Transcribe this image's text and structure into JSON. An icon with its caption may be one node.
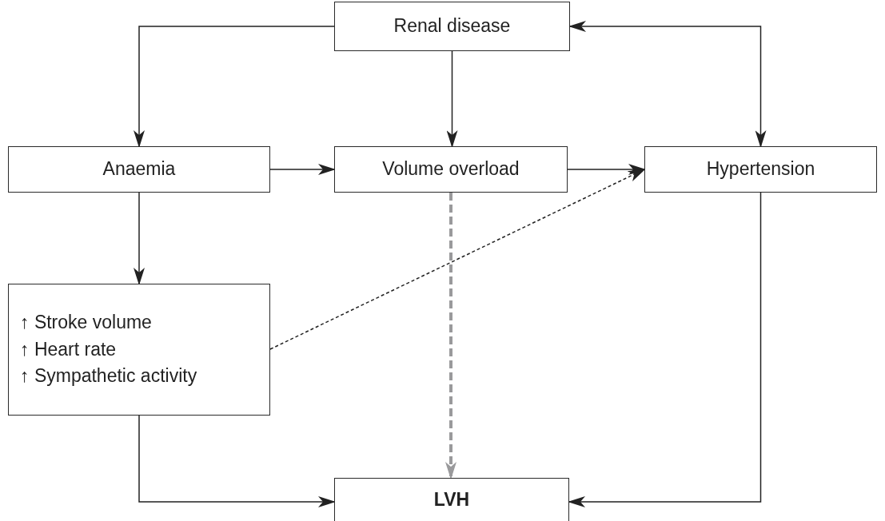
{
  "diagram": {
    "nodes": [
      {
        "text": [
          "Renal disease"
        ]
      },
      {
        "text": [
          "Anaemia"
        ]
      },
      {
        "text": [
          "Volume overload"
        ]
      },
      {
        "text": [
          "Hypertension"
        ]
      },
      {
        "text": [
          "↑ Stroke volume",
          "↑ Heart rate",
          "↑ Sympathetic activity"
        ]
      },
      {
        "text": [
          "LVH"
        ]
      }
    ],
    "edges": [
      {
        "from": 0,
        "to": 1,
        "arrow": "to"
      },
      {
        "from": 0,
        "to": 2,
        "arrow": "to"
      },
      {
        "from": 0,
        "to": 3,
        "arrow": "both"
      },
      {
        "from": 1,
        "to": 2,
        "arrow": "to"
      },
      {
        "from": 2,
        "to": 3,
        "arrow": "to"
      },
      {
        "from": 1,
        "to": 4,
        "arrow": "to"
      },
      {
        "from": 4,
        "to": 3,
        "arrow": "to",
        "style": "dashed"
      },
      {
        "from": 2,
        "to": 5,
        "arrow": "to",
        "style": "dashed",
        "color": "#9a9a9c"
      },
      {
        "from": 4,
        "to": 5,
        "arrow": "to"
      },
      {
        "from": 3,
        "to": 5,
        "arrow": "to"
      }
    ]
  }
}
